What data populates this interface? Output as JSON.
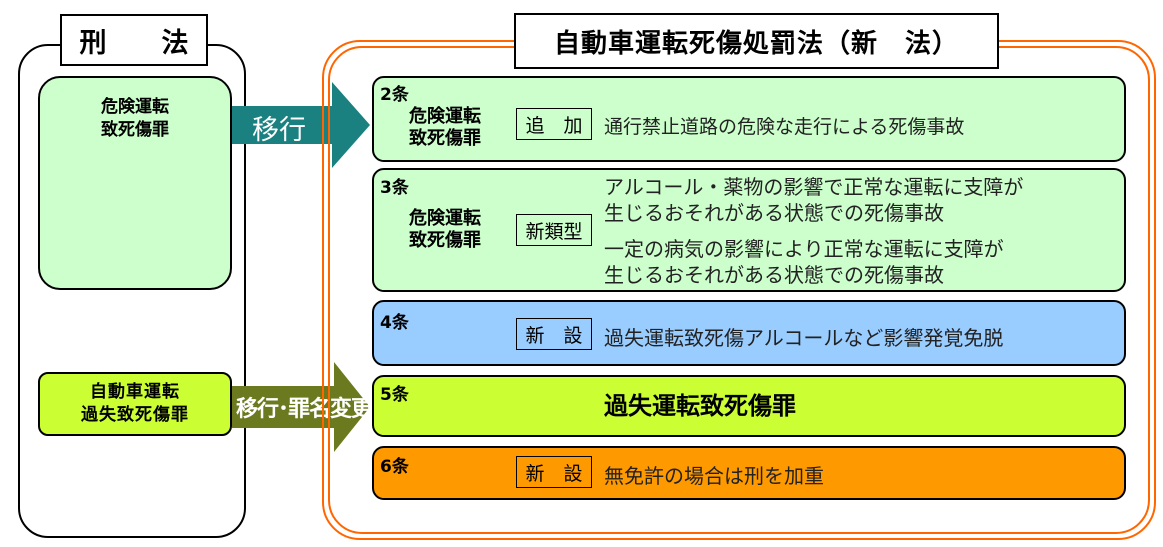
{
  "left": {
    "title": "刑　法",
    "box1_line1": "危険運転",
    "box1_line2": "致死傷罪",
    "box2_line1": "自動車運転",
    "box2_line2": "過失致死傷罪"
  },
  "arrows": {
    "top_label": "移行",
    "bottom_label": "移行･罪名変更"
  },
  "right": {
    "title": "自動車運転死傷処罰法（新　法）",
    "rows": [
      {
        "article": "2条",
        "crime_line1": "危険運転",
        "crime_line2": "致死傷罪",
        "tag": "追　加",
        "desc": "通行禁止道路の危険な走行による死傷事故"
      },
      {
        "article": "3条",
        "crime_line1": "危険運転",
        "crime_line2": "致死傷罪",
        "tag": "新類型",
        "desc1_line1": "アルコール・薬物の影響で正常な運転に支障が",
        "desc1_line2": "生じるおそれがある状態での死傷事故",
        "desc2_line1": "一定の病気の影響により正常な運転に支障が",
        "desc2_line2": "生じるおそれがある状態での死傷事故"
      },
      {
        "article": "4条",
        "tag": "新　設",
        "desc": "過失運転致死傷アルコールなど影響発覚免脱"
      },
      {
        "article": "5条",
        "desc": "過失運転致死傷罪"
      },
      {
        "article": "6条",
        "tag": "新　設",
        "desc": "無免許の場合は刑を加重"
      }
    ]
  },
  "colors": {
    "light_green": "#ccffcc",
    "lime": "#ccff33",
    "blue": "#99ccff",
    "orange": "#ff9900",
    "frame_orange": "#ff6600",
    "arrow_teal": "#1a8080",
    "arrow_olive": "#6b7a1e"
  }
}
